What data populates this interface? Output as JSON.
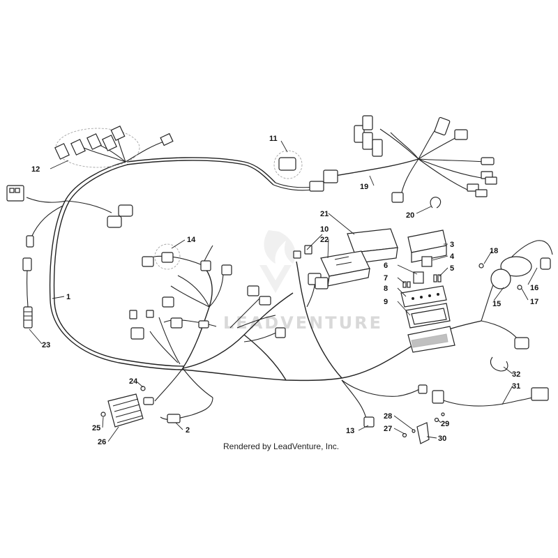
{
  "watermark": "LEADVENTURE",
  "caption": "Rendered by LeadVenture, Inc.",
  "callouts": [
    {
      "id": "c1",
      "text": "1"
    },
    {
      "id": "c2",
      "text": "2"
    },
    {
      "id": "c3",
      "text": "3"
    },
    {
      "id": "c4",
      "text": "4"
    },
    {
      "id": "c5",
      "text": "5"
    },
    {
      "id": "c6",
      "text": "6"
    },
    {
      "id": "c7",
      "text": "7"
    },
    {
      "id": "c8",
      "text": "8"
    },
    {
      "id": "c9",
      "text": "9"
    },
    {
      "id": "c10",
      "text": "10"
    },
    {
      "id": "c11",
      "text": "11"
    },
    {
      "id": "c12",
      "text": "12"
    },
    {
      "id": "c13",
      "text": "13"
    },
    {
      "id": "c14",
      "text": "14"
    },
    {
      "id": "c15",
      "text": "15"
    },
    {
      "id": "c16",
      "text": "16"
    },
    {
      "id": "c17",
      "text": "17"
    },
    {
      "id": "c18",
      "text": "18"
    },
    {
      "id": "c19",
      "text": "19"
    },
    {
      "id": "c20",
      "text": "20"
    },
    {
      "id": "c21",
      "text": "21"
    },
    {
      "id": "c22",
      "text": "22"
    },
    {
      "id": "c23",
      "text": "23"
    },
    {
      "id": "c24",
      "text": "24"
    },
    {
      "id": "c25",
      "text": "25"
    },
    {
      "id": "c26",
      "text": "26"
    },
    {
      "id": "c27",
      "text": "27"
    },
    {
      "id": "c28",
      "text": "28"
    },
    {
      "id": "c29",
      "text": "29"
    },
    {
      "id": "c30",
      "text": "30"
    },
    {
      "id": "c31",
      "text": "31"
    },
    {
      "id": "c32",
      "text": "32"
    }
  ]
}
